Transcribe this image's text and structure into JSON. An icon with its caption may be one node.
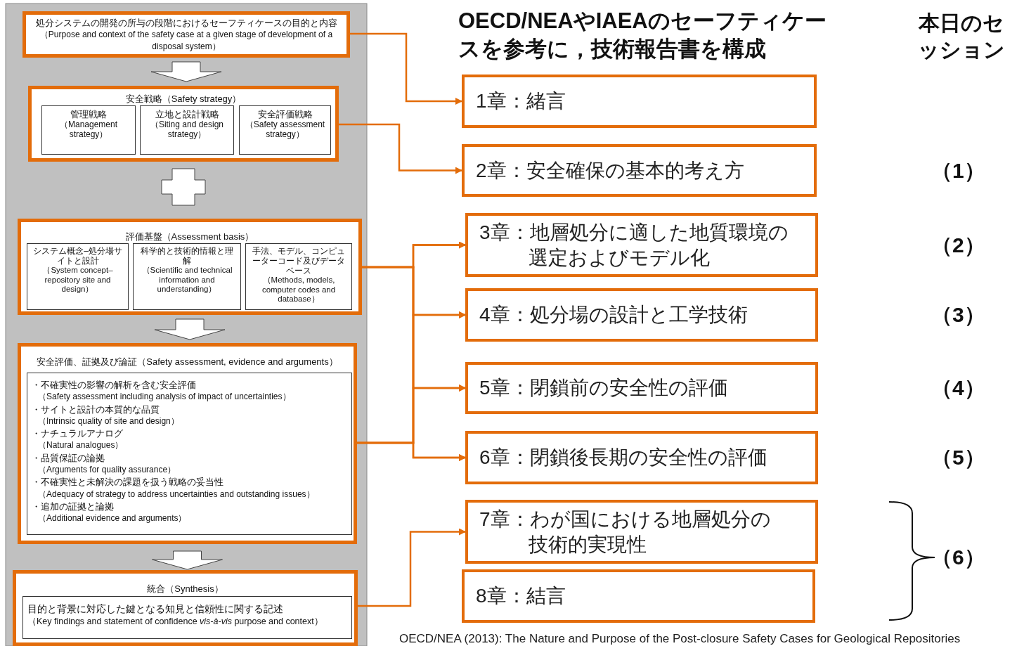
{
  "diagram": {
    "title": "OECD/NEAやIAEAのセーフティケースを参考に，技術報告書を構成",
    "nodes": [
      {
        "text": [
          "処分システムの開発の所与の段階におけるセーフティケースの目的と内容",
          "（Purpose and context of the safety case at a given stage of development of a disposal system）"
        ]
      },
      {
        "text": [
          "安全戦略（Safety strategy）"
        ]
      },
      {
        "text": [
          "管理戦略",
          "（Management strategy）"
        ],
        "in": 1
      },
      {
        "text": [
          "立地と設計戦略",
          "（Siting and design strategy）"
        ],
        "in": 1
      },
      {
        "text": [
          "安全評価戦略",
          "（Safety assessment strategy）"
        ],
        "in": 1
      },
      {
        "text": [
          "評価基盤（Assessment basis）"
        ]
      },
      {
        "text": [
          "システム概念–処分場サイトと設計",
          "（System concept–repository site and design）"
        ],
        "in": 5
      },
      {
        "text": [
          "科学的と技術的情報と理解",
          "（Scientific and technical information and understanding）"
        ],
        "in": 5
      },
      {
        "text": [
          "手法、モデル、コンピューターコード及びデータベース",
          "（Methods, models, computer codes and database）"
        ],
        "in": 5
      },
      {
        "text": [
          "安全評価、証拠及び論証（Safety assessment, evidence and arguments）"
        ]
      },
      {
        "text": [
          "・不確実性の影響の解析を含む安全評価",
          "（Safety assessment including analysis of impact of uncertainties）",
          "・サイトと設計の本質的な品質",
          "（Intrinsic quality of site and design）",
          "・ナチュラルアナログ",
          "（Natural analogues）",
          "・品質保証の論拠",
          "（Arguments for quality assurance）",
          "・不確実性と未解決の課題を扱う戦略の妥当性",
          "（Adequacy of strategy to address uncertainties and outstanding issues）",
          "・追加の証拠と論拠",
          "（Additional evidence and arguments）"
        ],
        "in": 9
      },
      {
        "text": [
          "統合（Synthesis）"
        ]
      },
      {
        "text": [
          "目的と背景に対応した鍵となる知見と信頼性に関する記述",
          "（Key findings and statement of confidence *vis‐à‐vis* purpose and context）"
        ],
        "in": 11
      },
      {
        "text": [
          "1章：緒言"
        ]
      },
      {
        "text": [
          "2章：安全確保の基本的考え方"
        ]
      },
      {
        "text": [
          "3章：地層処分に適した地質環境の選定およびモデル化"
        ]
      },
      {
        "text": [
          "4章：処分場の設計と工学技術"
        ]
      },
      {
        "text": [
          "5章：閉鎖前の安全性の評価"
        ]
      },
      {
        "text": [
          "6章：閉鎖後長期の安全性の評価"
        ]
      },
      {
        "text": [
          "7章：わが国における地層処分の技術的実現性"
        ]
      },
      {
        "text": [
          "8章：結言"
        ]
      }
    ],
    "edges": [
      {
        "from": 0,
        "to": 1,
        "arrow": "to",
        "style": "thick",
        "color": "#ffffff"
      },
      {
        "from": 1,
        "to": 5,
        "arrow": "none",
        "style": "thick",
        "color": "#ffffff"
      },
      {
        "from": 5,
        "to": 9,
        "arrow": "to",
        "style": "thick",
        "color": "#ffffff"
      },
      {
        "from": 9,
        "to": 11,
        "arrow": "to",
        "style": "thick",
        "color": "#ffffff"
      },
      {
        "from": 0,
        "to": 13,
        "arrow": "to"
      },
      {
        "from": 1,
        "to": 14,
        "arrow": "to"
      },
      {
        "from": 5,
        "to": 15,
        "arrow": "to"
      },
      {
        "from": 5,
        "to": 16,
        "arrow": "to"
      },
      {
        "from": 5,
        "to": 17,
        "arrow": "to"
      },
      {
        "from": 5,
        "to": 18,
        "arrow": "to"
      },
      {
        "from": 9,
        "to": 15,
        "arrow": "to"
      },
      {
        "from": 9,
        "to": 16,
        "arrow": "to"
      },
      {
        "from": 9,
        "to": 17,
        "arrow": "to"
      },
      {
        "from": 9,
        "to": 18,
        "arrow": "to"
      },
      {
        "from": 11,
        "to": 19,
        "arrow": "to"
      }
    ],
    "labels": [
      "本日のセッション",
      "（1）",
      "（2）",
      "（3）",
      "（4）",
      "（5）",
      "（6）",
      "OECD/NEA (2013): The Nature and Purpose of the Post-closure Safety Cases for Geological Repositories"
    ]
  }
}
